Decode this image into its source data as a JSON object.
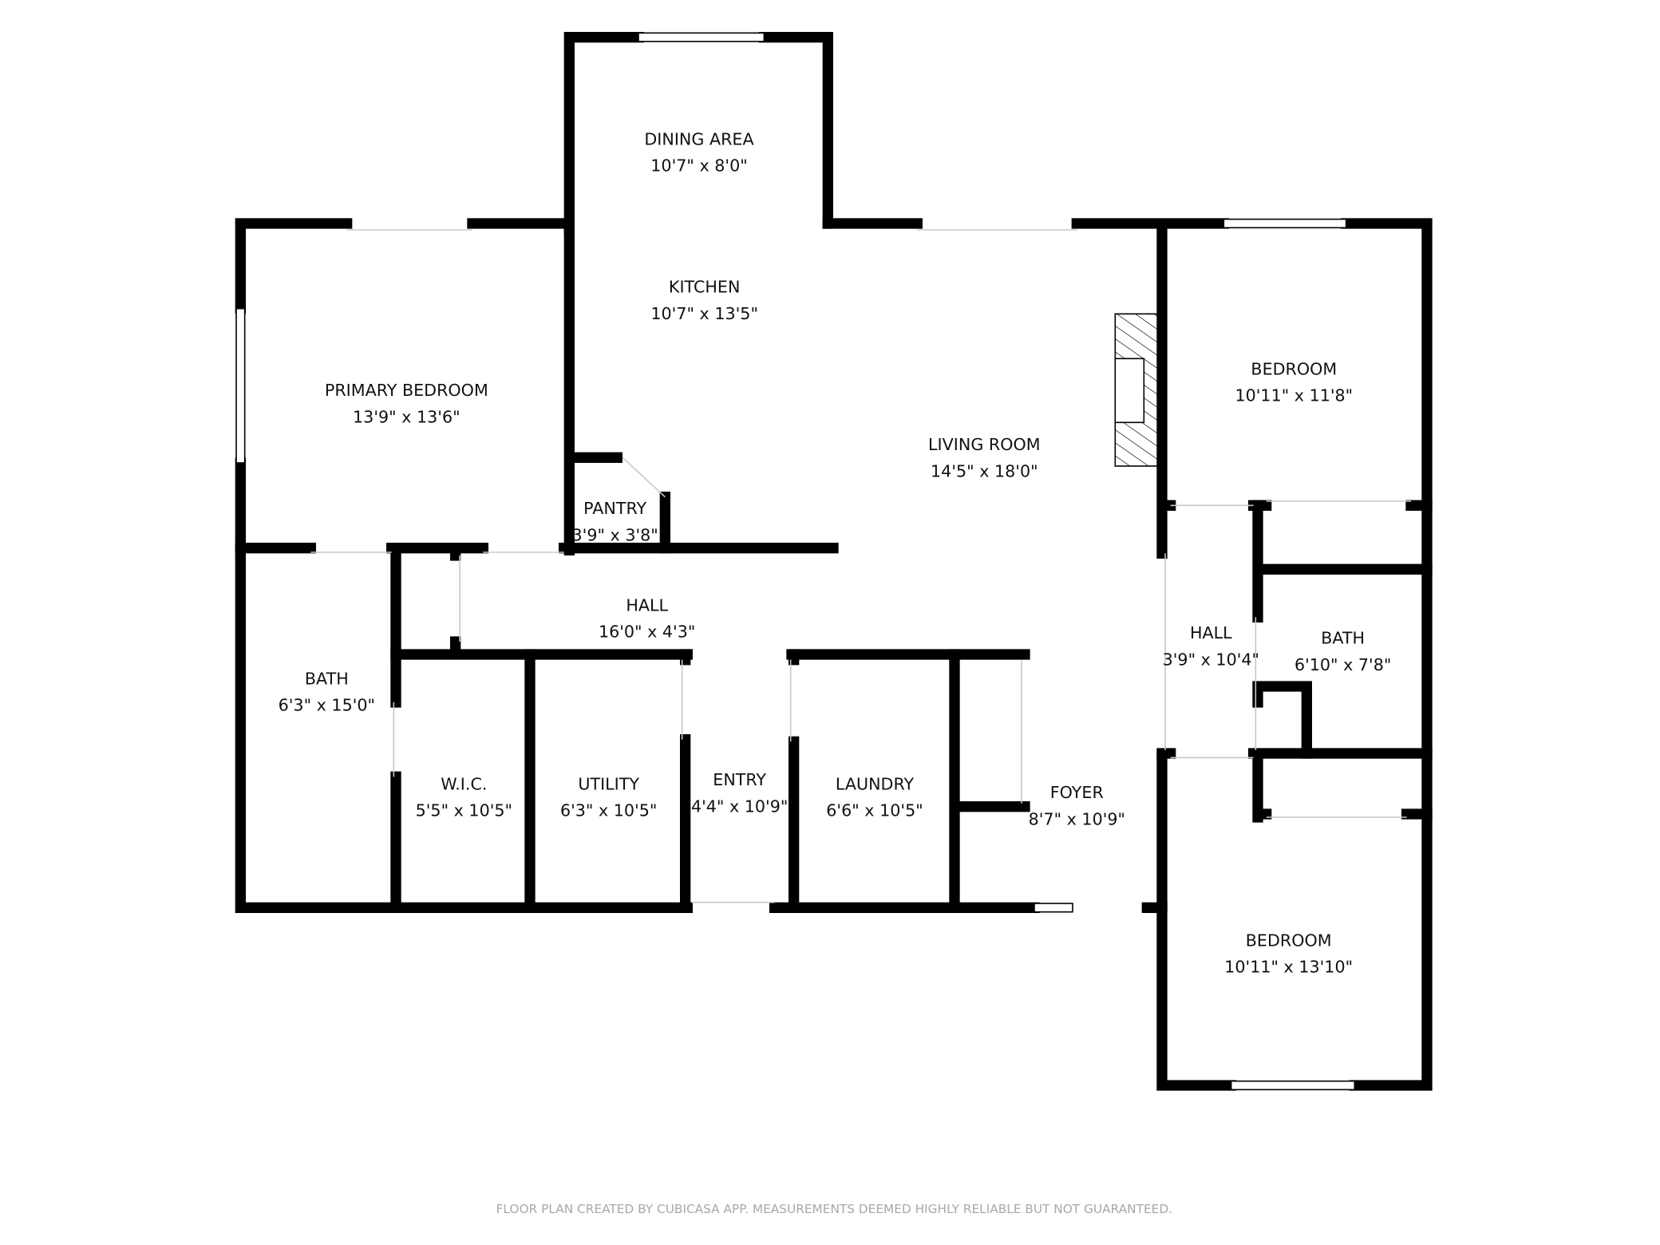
{
  "rooms": [
    {
      "name": "DINING AREA",
      "dims": "10'7\" x 8'0\""
    },
    {
      "name": "KITCHEN",
      "dims": "10'7\" x 13'5\""
    },
    {
      "name": "PRIMARY BEDROOM",
      "dims": "13'9\" x 13'6\""
    },
    {
      "name": "LIVING ROOM",
      "dims": "14'5\" x 18'0\""
    },
    {
      "name": "BEDROOM",
      "dims": "10'11\" x 11'8\""
    },
    {
      "name": "PANTRY",
      "dims": "3'9\" x 3'8\""
    },
    {
      "name": "HALL",
      "dims": "16'0\" x 4'3\""
    },
    {
      "name": "HALL",
      "dims": "3'9\" x 10'4\""
    },
    {
      "name": "BATH",
      "dims": "6'10\" x 7'8\""
    },
    {
      "name": "BATH",
      "dims": "6'3\" x 15'0\""
    },
    {
      "name": "W.I.C.",
      "dims": "5'5\" x 10'5\""
    },
    {
      "name": "UTILITY",
      "dims": "6'3\" x 10'5\""
    },
    {
      "name": "ENTRY",
      "dims": "4'4\" x 10'9\""
    },
    {
      "name": "LAUNDRY",
      "dims": "6'6\" x 10'5\""
    },
    {
      "name": "FOYER",
      "dims": "8'7\" x 10'9\""
    },
    {
      "name": "BEDROOM",
      "dims": "10'11\" x 13'10\""
    }
  ],
  "footer": "FLOOR PLAN CREATED BY CUBICASA APP. MEASUREMENTS DEEMED HIGHLY RELIABLE BUT NOT GUARANTEED.",
  "colors": {
    "wall": "#000000",
    "footer_text": "#a8a8a8"
  }
}
